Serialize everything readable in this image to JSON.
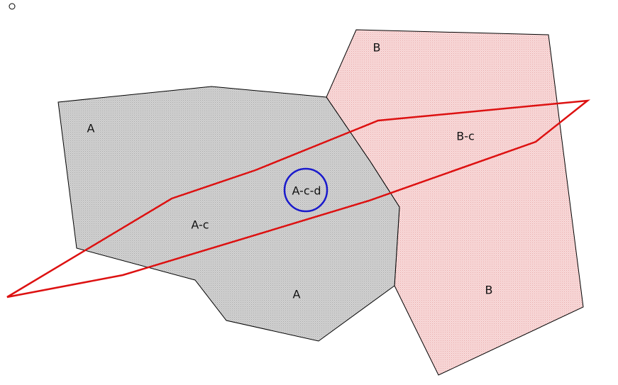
{
  "diagram": {
    "regions": [
      {
        "id": "A",
        "fill": "#c8c8c8",
        "stroke": "#000000"
      },
      {
        "id": "B",
        "fill": "#f5cfcf",
        "stroke": "#000000"
      },
      {
        "id": "c",
        "stroke": "#dd1111"
      },
      {
        "id": "d",
        "stroke": "#1a1acc"
      }
    ],
    "labels": {
      "a_top": "A",
      "a_bottom": "A",
      "b_top": "B",
      "b_bottom": "B",
      "a_c": "A-c",
      "a_c_d": "A-c-d",
      "b_c": "B-c"
    }
  }
}
